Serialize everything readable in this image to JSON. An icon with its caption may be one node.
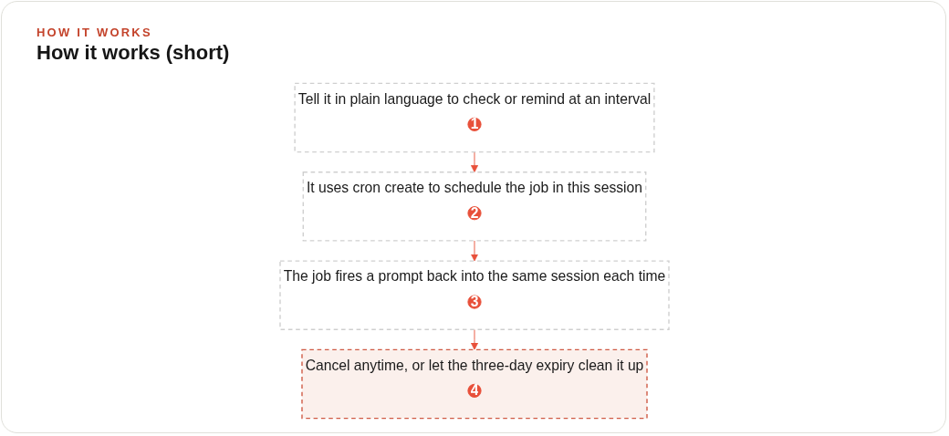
{
  "diagram": {
    "title": "How it works (short)",
    "nodes": [
      {
        "text": [
          "Tell it in plain language to check or remind at an interval"
        ]
      },
      {
        "text": [
          "1"
        ],
        "in": 0
      },
      {
        "text": [
          "It uses cron create to schedule the job in this session"
        ]
      },
      {
        "text": [
          "2"
        ],
        "in": 2
      },
      {
        "text": [
          "The job fires a prompt back into the same session each time"
        ]
      },
      {
        "text": [
          "3"
        ],
        "in": 4
      },
      {
        "text": [
          "Cancel anytime, or let the three-day expiry clean it up"
        ]
      },
      {
        "text": [
          "4"
        ],
        "in": 6
      }
    ],
    "edges": [
      {
        "from": 0,
        "to": 2,
        "arrow": "to"
      },
      {
        "from": 2,
        "to": 4,
        "arrow": "to"
      },
      {
        "from": 4,
        "to": 6,
        "arrow": "to"
      }
    ],
    "labels": [
      "HOW IT WORKS"
    ]
  }
}
